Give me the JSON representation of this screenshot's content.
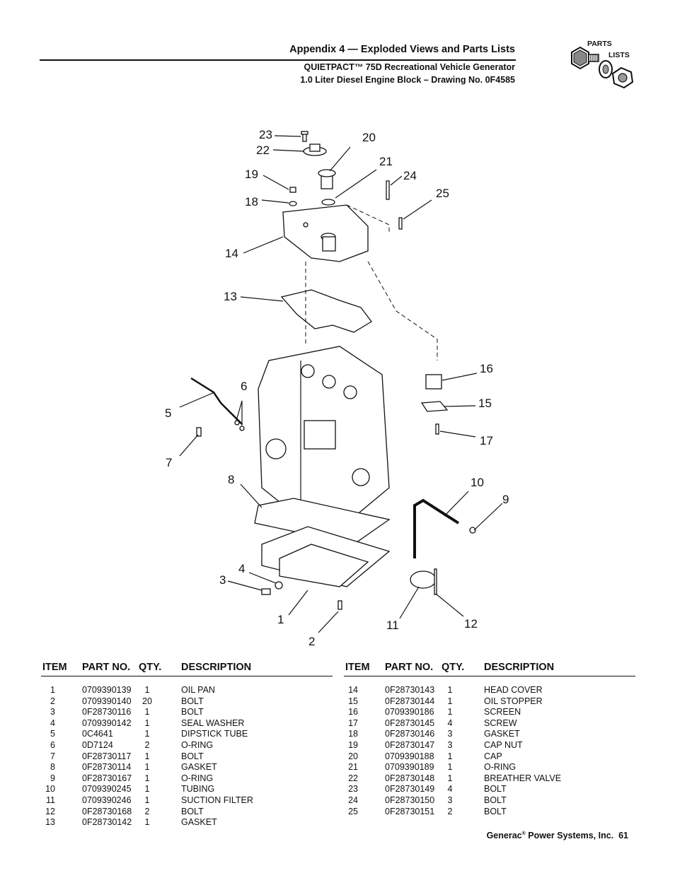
{
  "header": {
    "title": "Appendix 4 — Exploded Views and Parts Lists",
    "subtitle_line1": "QUIETPACT™ 75D Recreational Vehicle Generator",
    "subtitle_line2": "1.0 Liter Diesel Engine Block – Drawing No. 0F4585"
  },
  "badge": {
    "word1": "PARTS",
    "word2": "LISTS",
    "icon": "bolt-washer-nut-icon"
  },
  "diagram": {
    "callouts": [
      "1",
      "2",
      "3",
      "4",
      "5",
      "6",
      "7",
      "8",
      "9",
      "10",
      "11",
      "12",
      "13",
      "14",
      "15",
      "16",
      "17",
      "18",
      "19",
      "20",
      "21",
      "22",
      "23",
      "24",
      "25"
    ]
  },
  "columns": {
    "item": "ITEM",
    "part_no": "PART NO.",
    "qty": "QTY.",
    "description": "DESCRIPTION"
  },
  "parts_left": [
    {
      "item": "1",
      "part": "0709390139",
      "qty": "1",
      "desc": "OIL PAN"
    },
    {
      "item": "2",
      "part": "0709390140",
      "qty": "20",
      "desc": "BOLT"
    },
    {
      "item": "3",
      "part": "0F28730116",
      "qty": "1",
      "desc": "BOLT"
    },
    {
      "item": "4",
      "part": "0709390142",
      "qty": "1",
      "desc": "SEAL WASHER"
    },
    {
      "item": "5",
      "part": "0C4641",
      "qty": "1",
      "desc": "DIPSTICK TUBE"
    },
    {
      "item": "6",
      "part": "0D7124",
      "qty": "2",
      "desc": "O-RING"
    },
    {
      "item": "7",
      "part": "0F28730117",
      "qty": "1",
      "desc": "BOLT"
    },
    {
      "item": "8",
      "part": "0F28730114",
      "qty": "1",
      "desc": "GASKET"
    },
    {
      "item": "9",
      "part": "0F28730167",
      "qty": "1",
      "desc": "O-RING"
    },
    {
      "item": "10",
      "part": "0709390245",
      "qty": "1",
      "desc": "TUBING"
    },
    {
      "item": "11",
      "part": "0709390246",
      "qty": "1",
      "desc": "SUCTION FILTER"
    },
    {
      "item": "12",
      "part": "0F28730168",
      "qty": "2",
      "desc": "BOLT"
    },
    {
      "item": "13",
      "part": "0F28730142",
      "qty": "1",
      "desc": "GASKET"
    }
  ],
  "parts_right": [
    {
      "item": "14",
      "part": "0F28730143",
      "qty": "1",
      "desc": "HEAD COVER"
    },
    {
      "item": "15",
      "part": "0F28730144",
      "qty": "1",
      "desc": "OIL STOPPER"
    },
    {
      "item": "16",
      "part": "0709390186",
      "qty": "1",
      "desc": "SCREEN"
    },
    {
      "item": "17",
      "part": "0F28730145",
      "qty": "4",
      "desc": "SCREW"
    },
    {
      "item": "18",
      "part": "0F28730146",
      "qty": "3",
      "desc": "GASKET"
    },
    {
      "item": "19",
      "part": "0F28730147",
      "qty": "3",
      "desc": "CAP NUT"
    },
    {
      "item": "20",
      "part": "0709390188",
      "qty": "1",
      "desc": "CAP"
    },
    {
      "item": "21",
      "part": "0709390189",
      "qty": "1",
      "desc": "O-RING"
    },
    {
      "item": "22",
      "part": "0F28730148",
      "qty": "1",
      "desc": "BREATHER VALVE"
    },
    {
      "item": "23",
      "part": "0F28730149",
      "qty": "4",
      "desc": "BOLT"
    },
    {
      "item": "24",
      "part": "0F28730150",
      "qty": "3",
      "desc": "BOLT"
    },
    {
      "item": "25",
      "part": "0F28730151",
      "qty": "2",
      "desc": "BOLT"
    }
  ],
  "footer": {
    "company": "Generac",
    "reg": "®",
    "rest": " Power Systems, Inc.",
    "page": "61"
  }
}
